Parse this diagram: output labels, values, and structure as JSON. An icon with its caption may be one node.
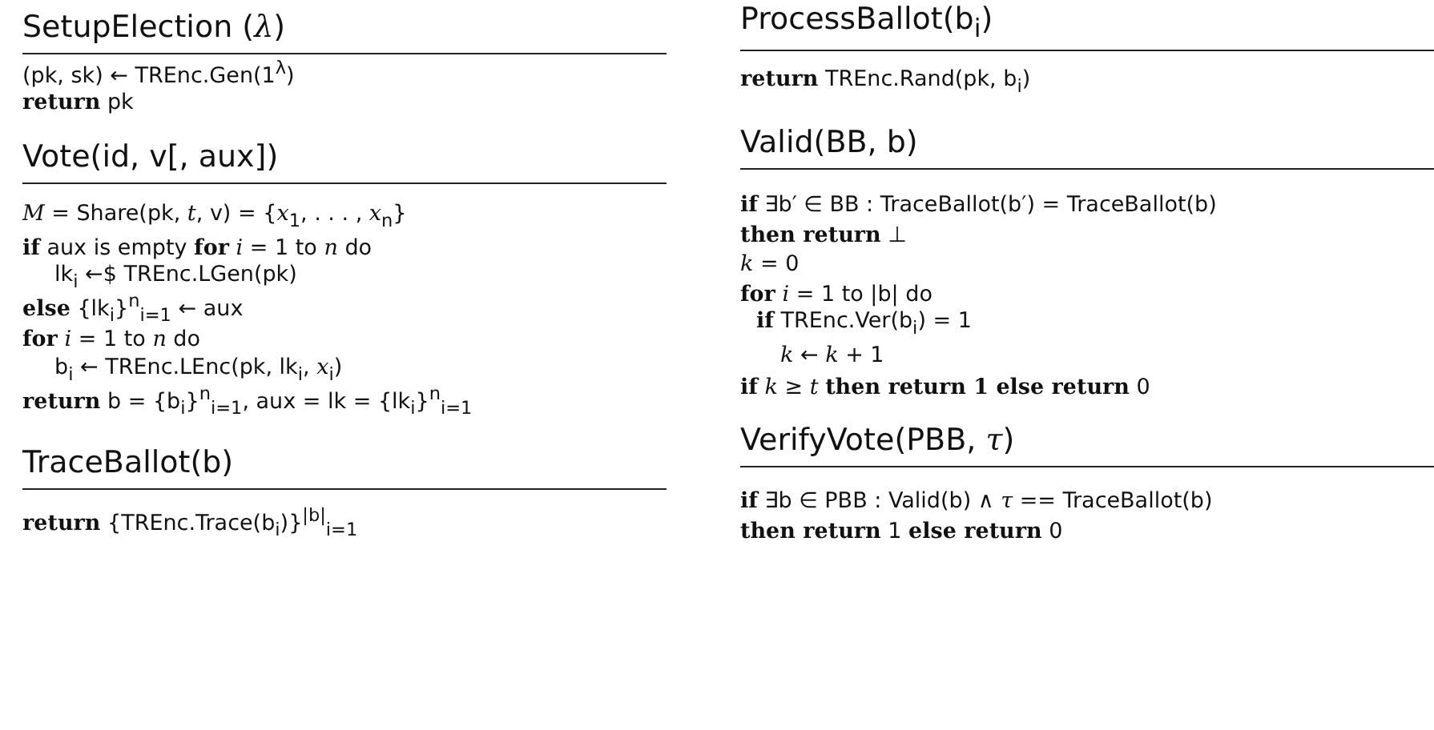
{
  "diagram": {
    "labels": [
      "SetupElection (*λ*)",
      "(pk, sk) ← TREnc.Gen(1$^{λ}$)",
      "**return** pk",
      "Vote(id, v[, aux])",
      "*M* = Share(pk, *t*, v) = {*x*$_{1}$, . . . , *x*$_{n}$}",
      "**if** aux is empty **for** *i* = 1 to *n* do",
      "lk$_{i}$ ←$ TREnc.LGen(pk)",
      "**else** {lk$_{i}$}$^{n}$$_{i=1}$ ← aux",
      "**for** *i* = 1 to *n* do",
      "b$_{i}$ ← TREnc.LEnc(pk, lk$_{i}$, *x*$_{i}$)",
      "**return** b = {b$_{i}$}$^{n}$$_{i=1}$, aux = lk = {lk$_{i}$}$^{n}$$_{i=1}$",
      "TraceBallot(b)",
      "**return** {TREnc.Trace(b$_{i}$)}$^{|b|}$$_{i=1}$",
      "ProcessBallot(b$_{i}$)",
      "**return** TREnc.Rand(pk, b$_{i}$)",
      "Valid(BB, b)",
      "**if** ∃b′ ∈ BB : TraceBallot(b′) = TraceBallot(b)",
      "**then return** ⊥",
      "*k* = 0",
      "**for** *i* = 1 to |b| do",
      "**if** TREnc.Ver(b$_{i}$) = 1",
      "*k* ← *k* + 1",
      "**if** *k* ≥ *t* **then return 1 else return** 0",
      "VerifyVote(PBB, *τ*)",
      "**if** ∃b ∈ PBB : Valid(b) ∧ *τ* == TraceBallot(b)",
      "**then return** 1 **else return** 0"
    ]
  }
}
